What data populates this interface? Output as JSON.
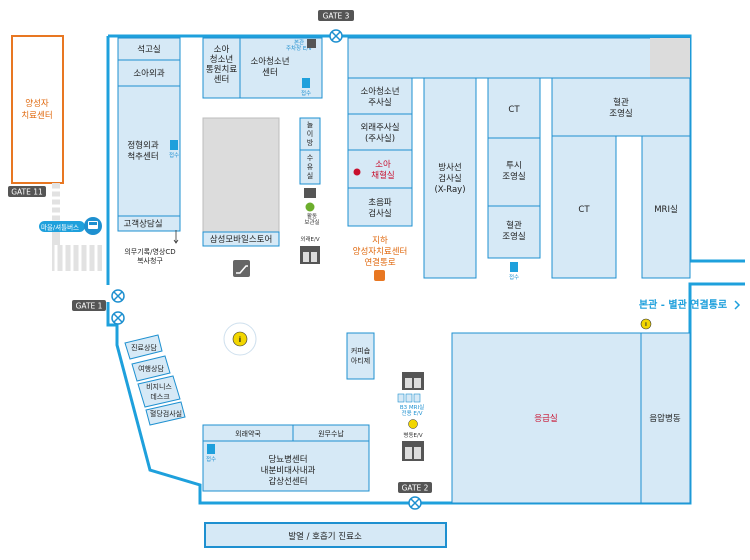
{
  "colors": {
    "room_fill": "#d6e9f6",
    "room_stroke": "#1e90d0",
    "outline": "#1ea0dc",
    "orange": "#e87722",
    "red": "#c8102e",
    "gate_label_bg": "#555555",
    "grey_block": "#dcdcdc",
    "info_icon": "#f2d600"
  },
  "gates": {
    "gate3": "GATE 3",
    "gate11": "GATE 11",
    "gate1": "GATE 1",
    "gate2": "GATE 2"
  },
  "buildings": {
    "proton_center": [
      "양성자",
      "치료센터"
    ],
    "emergency_outpatient": "발열 / 호흡기 진료소"
  },
  "rooms": {
    "seokgo": "석고실",
    "pediatric_surgery": "소아외과",
    "ortho_spine": [
      "정형외과",
      "척추센터"
    ],
    "customer_consult": "고객상담실",
    "pediatric_day_care": [
      "소아",
      "청소년",
      "통원치료",
      "센터"
    ],
    "pediatric_center": [
      "소아청소년",
      "센터"
    ],
    "samsung_tower": "삼성모바일스토어",
    "playroom": [
      "놀",
      "이",
      "방"
    ],
    "nursing": [
      "수",
      "유",
      "실"
    ],
    "ped_injection": [
      "소아청소년",
      "주사실"
    ],
    "outpatient_injection": [
      "외래주사실",
      "(주사실)"
    ],
    "ped_blood": [
      "소아",
      "채혈실"
    ],
    "ultrasound": [
      "초음파",
      "검사실"
    ],
    "radiology": [
      "방사선",
      "검사실",
      "(X-Ray)"
    ],
    "ct_top": "CT",
    "fluoro": [
      "투시",
      "조영실"
    ],
    "vascular_bottom": [
      "혈관",
      "조영실"
    ],
    "vascular_top": [
      "혈관",
      "조영실"
    ],
    "ct_right": "CT",
    "mri": "MRI실",
    "cafe": [
      "커피숍",
      "아티제"
    ],
    "pharmacy": "외래약국",
    "payment": "원무수납",
    "diabetes_center": [
      "당뇨병센터",
      "내분비대사내과",
      "갑상선센터"
    ],
    "emergency": "응급실",
    "emergency_ward": "음압병동",
    "consult": "진료상담",
    "travel": "여행상담",
    "business_desk": [
      "비지니스",
      "데스크"
    ],
    "blood_test": "혈당검사실"
  },
  "labels": {
    "records_copy": [
      "의무기록/영상CD",
      "복사청구"
    ],
    "underground_proton": [
      "지하",
      "양성자치료센터",
      "연결통로"
    ],
    "main_annex_link": "본관 - 별관 연결통로",
    "shuttle": "마을/셔틀버스",
    "outpatient_ev_top": [
      "본관",
      "주차장 E/V"
    ],
    "outpatient_ev": "외래E/V",
    "ward_ev": "병동E/V",
    "mri_ev": [
      "B3 MRI실",
      "전용 E/V"
    ],
    "reception": "접수",
    "baby_care": [
      "활동",
      "보관실"
    ]
  },
  "icons": {
    "gate": "gate-cross-icon",
    "info": "info-icon",
    "elevator": "elevator-icon",
    "escalator": "escalator-icon",
    "restroom": "restroom-icon",
    "bus": "bus-icon",
    "reception": "reception-icon",
    "blood_drop": "blood-drop-icon",
    "wheelchair": "accessibility-icon"
  }
}
